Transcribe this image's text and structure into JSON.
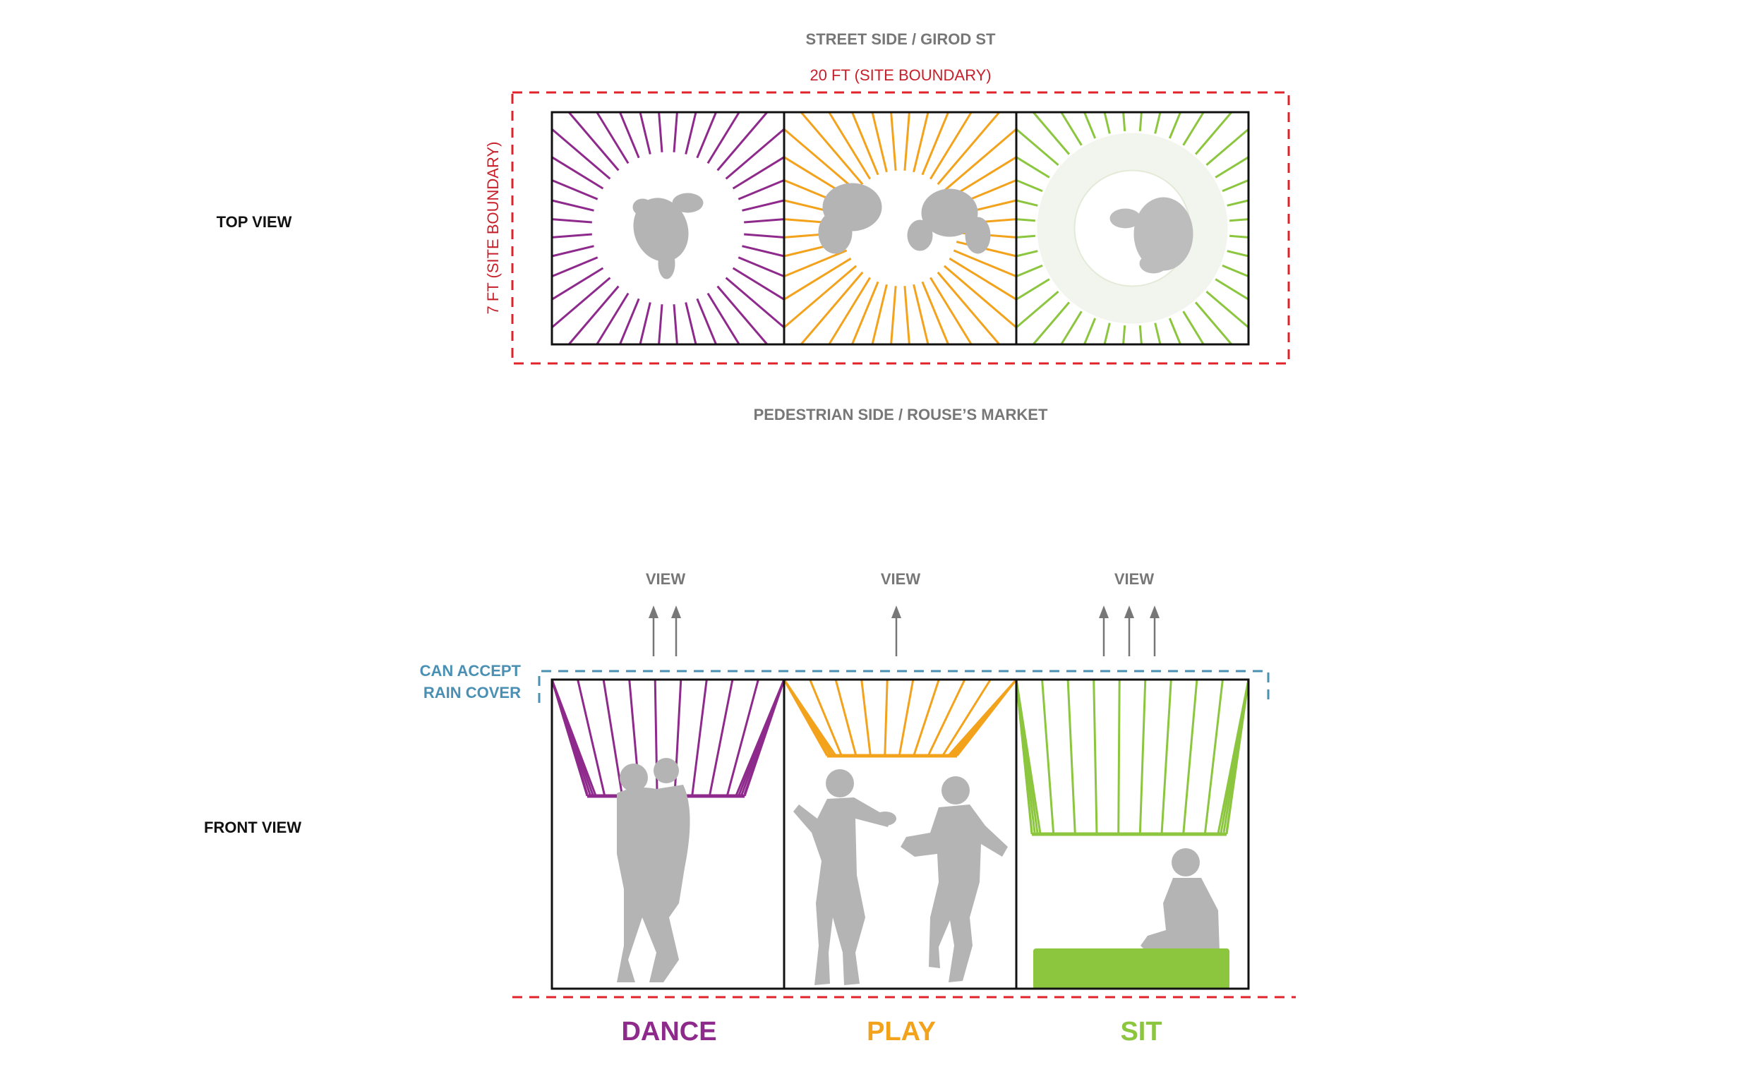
{
  "top_view": {
    "label": "TOP VIEW",
    "street_label": "STREET SIDE / GIROD ST",
    "width_label": "20 FT  (SITE BOUNDARY)",
    "depth_label": "7 FT  (SITE BOUNDARY)",
    "pedestrian_label": "PEDESTRIAN SIDE / ROUSE’S MARKET"
  },
  "front_view": {
    "label": "FRONT VIEW",
    "rain_cover_line1": "CAN ACCEPT",
    "rain_cover_line2": "RAIN COVER",
    "view_labels": [
      "VIEW",
      "VIEW",
      "VIEW"
    ]
  },
  "modules": [
    {
      "name": "DANCE",
      "color": "#8e2a8b"
    },
    {
      "name": "PLAY",
      "color": "#f3a21c"
    },
    {
      "name": "SIT",
      "color": "#8cc63f"
    }
  ],
  "colors": {
    "boundary": "#e0232a",
    "boundary_text": "#c8202a",
    "rain_cover": "#4a90b5",
    "view_text": "#777777",
    "figure": "#b4b4b4",
    "frame": "#111111"
  }
}
